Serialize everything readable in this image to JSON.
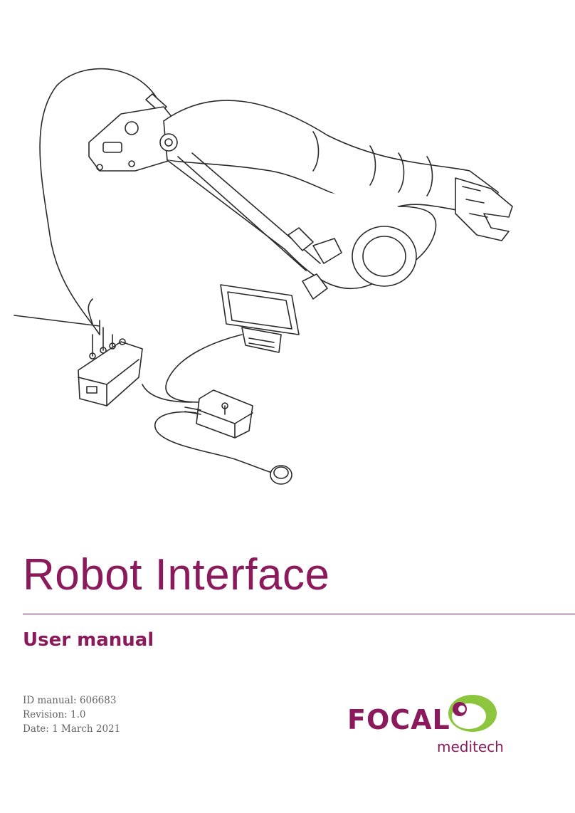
{
  "document": {
    "title": "Robot Interface",
    "subtitle": "User manual",
    "id_manual": "ID manual: 606683",
    "revision": "Revision: 1.0",
    "date": "Date: 1 March 2021"
  },
  "logo": {
    "word": "FOCAL",
    "tagline": "meditech",
    "colors": {
      "primary": "#8b1a5c",
      "green": "#8cc63e"
    }
  },
  "colors": {
    "accent": "#8b1a5c",
    "meta_text": "#666666",
    "line_art": "#2a2a2a"
  }
}
